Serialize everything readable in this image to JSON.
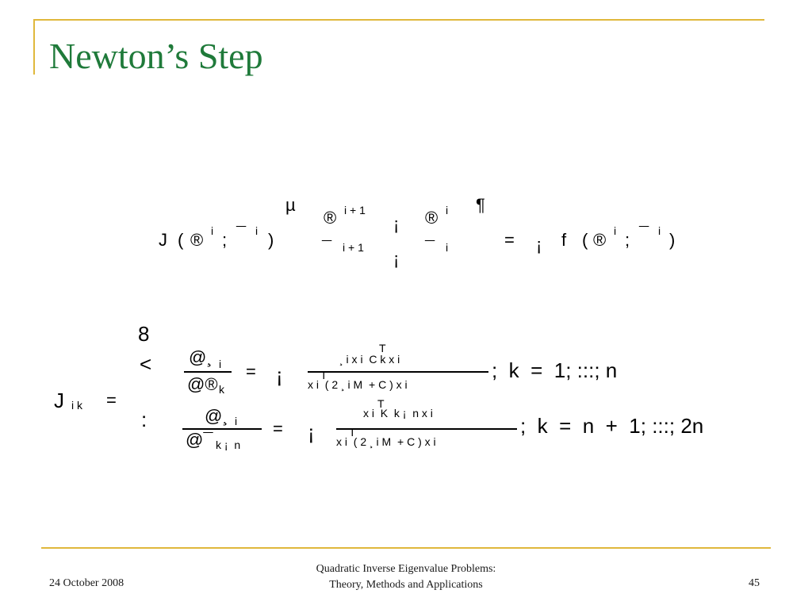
{
  "slide": {
    "title": "Newton’s Step",
    "eq1": {
      "J": "J",
      "lp1": "(",
      "alpha_a": "®",
      "sup_a": "i",
      "semi_a": ";",
      "beta_a": "¯",
      "sup_b": "i",
      "rp1": ")",
      "bracket_l": "µ",
      "alpha_b": "®",
      "sup_c": "i + 1",
      "minus_a": "¡",
      "alpha_c": "®",
      "sup_d": "i",
      "bracket_r": "¶",
      "beta_b": "¯",
      "sub_a": "i + 1",
      "minus_b": "¡",
      "beta_c": "¯",
      "sub_b": "i",
      "eq": "=",
      "minus_c": "¡",
      "f": "f",
      "lp2": "(",
      "alpha_d": "®",
      "sup_e": "i",
      "semi_b": ";",
      "beta_d": "¯",
      "sup_f": "i",
      "rp2": ")"
    },
    "eq2": {
      "J": "J",
      "sub_J": "i k",
      "eq": "=",
      "brace_top": "8",
      "brace_mid": "<",
      "brace_bot": ":",
      "r1_num": "@¸",
      "r1_num_sub": "i",
      "r1_den": "@®",
      "r1_den_sub": "k",
      "r1_eq": "=",
      "r1_minus": "¡",
      "r1_fnum": "¸ i x i  C k x i",
      "r1_fnum_sup": "T",
      "r1_fden": "x i  ( 2 ¸ i M  + C ) x i",
      "r1_fden_sup": "T",
      "r1_tail": ";  k  =  1; :::; n",
      "r2_num": "@¸",
      "r2_num_sub": "i",
      "r2_den": "@¯",
      "r2_den_sub": "k ¡  n",
      "r2_eq": "=",
      "r2_minus": "¡",
      "r2_fnum": "x i  K  k ¡  n x i",
      "r2_fnum_sup": "T",
      "r2_fden": "x i  ( 2 ¸ i M  + C ) x i",
      "r2_fden_sup": "T",
      "r2_tail": ";  k  =  n  +  1; :::; 2n"
    }
  },
  "footer": {
    "date": "24 October 2008",
    "center_line1": "Quadratic Inverse Eigenvalue Problems:",
    "center_line2": "Theory, Methods and Applications",
    "page": "45"
  },
  "colors": {
    "title": "#1f7a3a",
    "accent_rule": "#e0b83c"
  }
}
